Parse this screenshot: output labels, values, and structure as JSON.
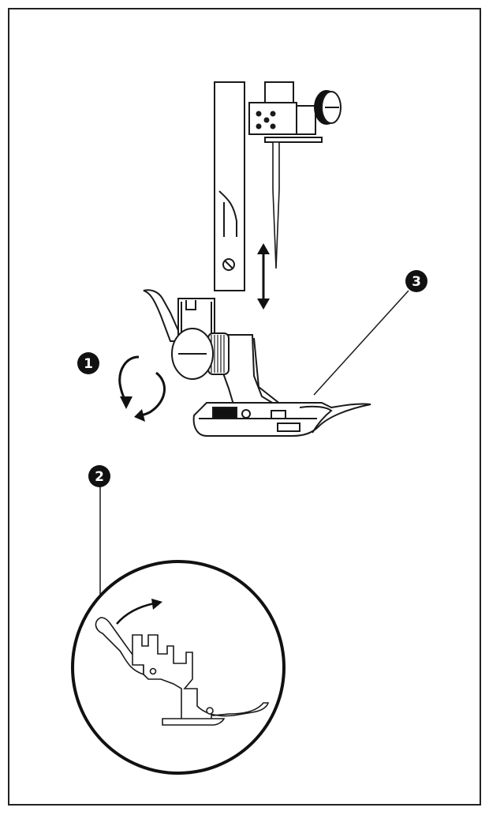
{
  "callouts": [
    {
      "id": "1",
      "label": "1"
    },
    {
      "id": "2",
      "label": "2"
    },
    {
      "id": "3",
      "label": "3"
    }
  ],
  "colors": {
    "line": "#1a1a1a",
    "fill": "#ffffff",
    "callout_fill": "#111111"
  },
  "icons": [
    "double-arrow-icon",
    "rotate-counterclockwise-icon",
    "curved-arrow-icon"
  ]
}
